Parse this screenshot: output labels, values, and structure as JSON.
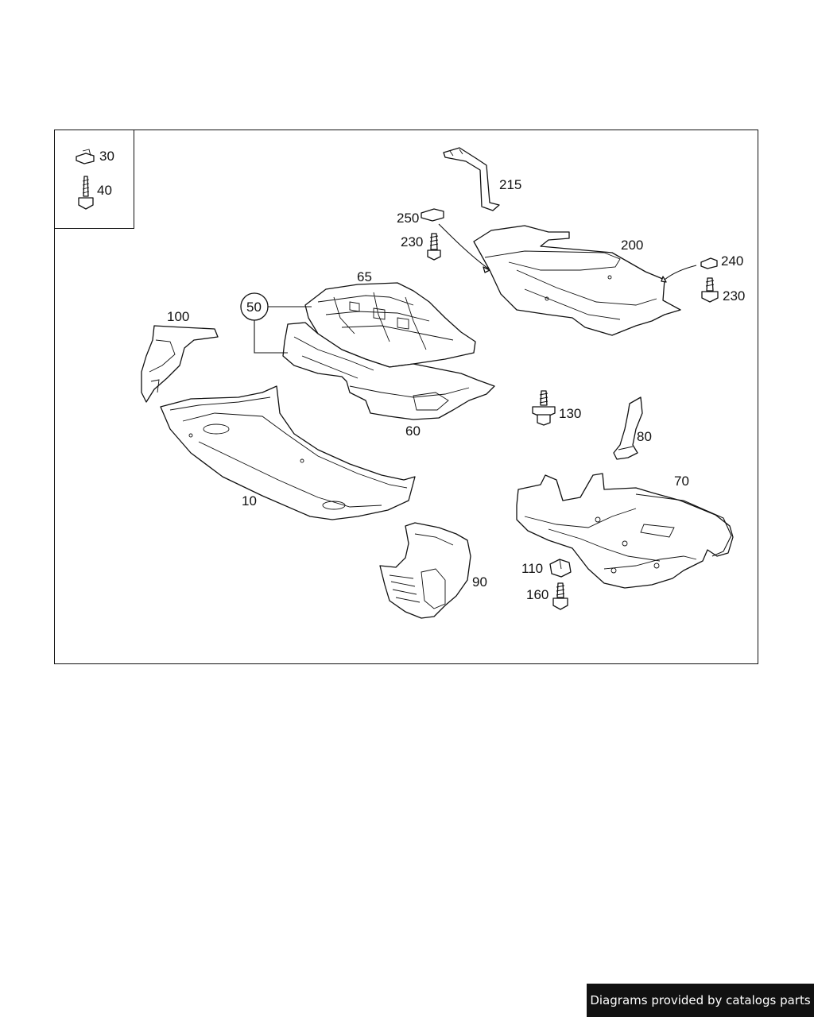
{
  "diagram": {
    "legend": {
      "items": [
        {
          "callout": "30",
          "icon": "clip-nut-icon"
        },
        {
          "callout": "40",
          "icon": "screw-icon"
        }
      ]
    },
    "callouts": {
      "c10": "10",
      "c50": "50",
      "c60": "60",
      "c65": "65",
      "c70": "70",
      "c80": "80",
      "c90": "90",
      "c100": "100",
      "c110": "110",
      "c130": "130",
      "c160": "160",
      "c200": "200",
      "c215": "215",
      "c230a": "230",
      "c230b": "230",
      "c240": "240",
      "c250": "250"
    }
  },
  "footer": {
    "text": "Diagrams provided by catalogs parts"
  }
}
